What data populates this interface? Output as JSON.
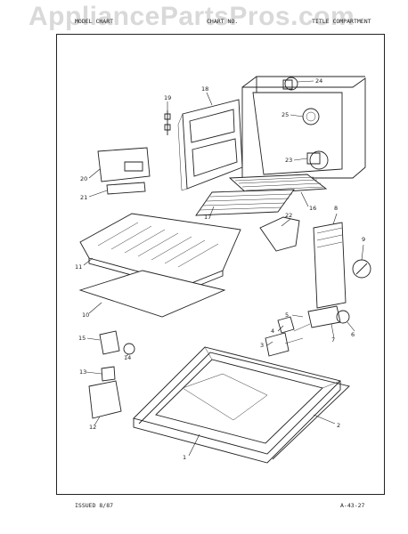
{
  "watermark": "AppliancePartsPros.com",
  "header": {
    "left": "MODEL CHART",
    "middle": "CHART NO.",
    "right": "TITLE  COMPARTMENT"
  },
  "footer": {
    "issued": "ISSUED 8/87",
    "page": "A-43-27"
  },
  "callouts": [
    "1",
    "2",
    "3",
    "4",
    "5",
    "6",
    "7",
    "8",
    "9",
    "10",
    "11",
    "12",
    "13",
    "14",
    "15",
    "16",
    "17",
    "18",
    "19",
    "20",
    "21",
    "22",
    "23",
    "24",
    "25"
  ]
}
